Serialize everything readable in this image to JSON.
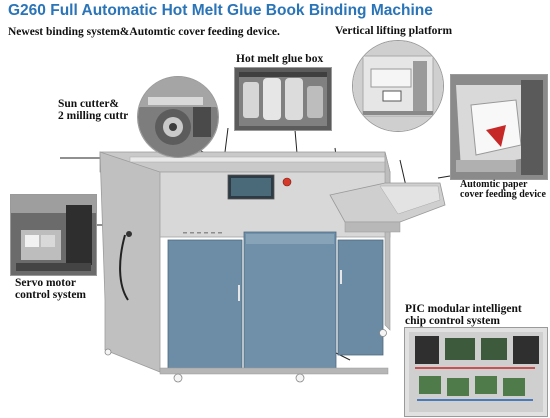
{
  "header": {
    "title": "G260 Full Automatic Hot Melt Glue Book Binding Machine",
    "subtitle": "Newest binding system&Automtic cover feeding device."
  },
  "callouts": {
    "hot_melt_glue_box": "Hot melt glue box",
    "vertical_lifting_platform": "Vertical lifting platform",
    "sun_cutter": {
      "line1": "Sun cutter&",
      "line2": "2 milling cuttr"
    },
    "automatic_paper_feeder": {
      "line1": "Automtic paper",
      "line2": "cover feeding device"
    },
    "servo_motor": {
      "line1": "Servo motor",
      "line2": "control system"
    },
    "pic_control": {
      "line1": "PIC modular intelligent",
      "line2": "chip control system"
    }
  },
  "colors": {
    "title": "#2a74b8",
    "machine_body": "#d4d4d4",
    "cabinet_panels": "#6f8fa8",
    "callout_line": "#222222",
    "photo_border": "#9a9a9a"
  }
}
